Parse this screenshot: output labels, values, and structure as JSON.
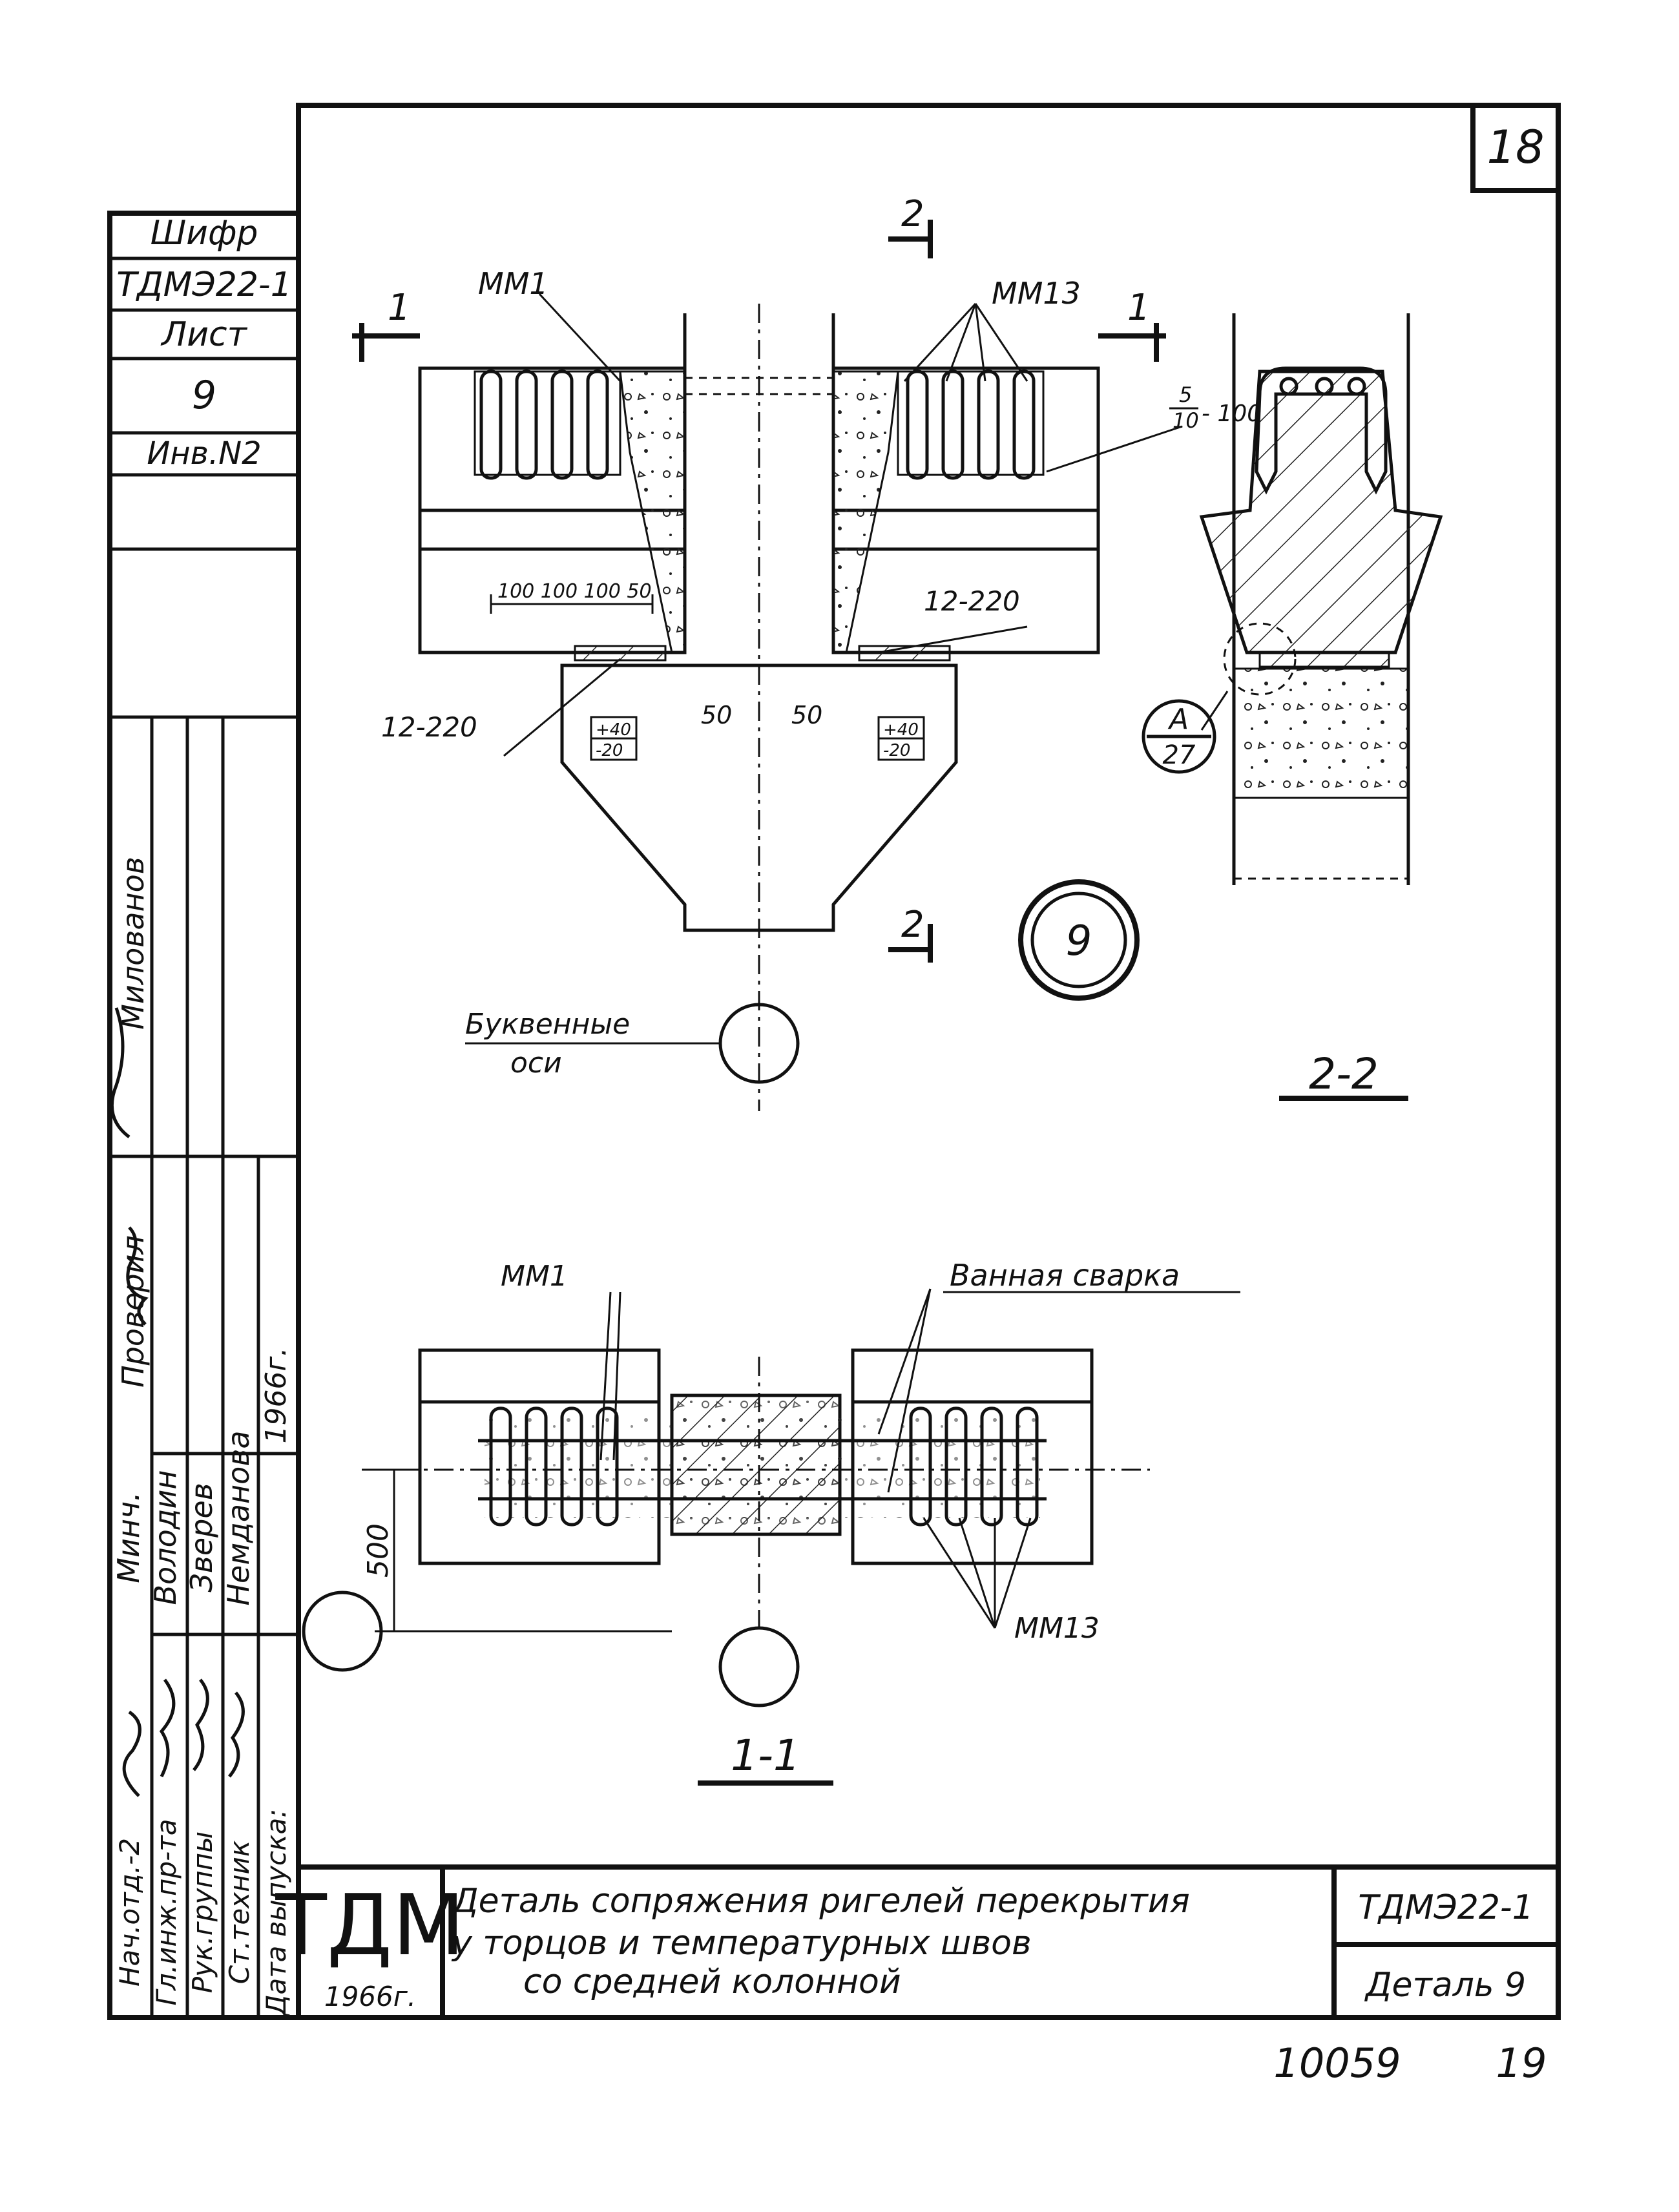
{
  "sheet": {
    "page_number": "18",
    "inventory_number": "10059",
    "sheet_index": "19"
  },
  "side_panel": {
    "shifr_label": "Шифр",
    "shifr_value": "ТДМЭ22-1",
    "list_label": "Лист",
    "list_value": "9",
    "inv_label": "Инв.N2",
    "vertical_name_1": "Милованов",
    "vertical_checked": "Проверил",
    "vertical_date": "Дата выпуска:"
  },
  "signatures": {
    "roles": [
      "Нач.отд.-2",
      "Гл.инж.пр-та",
      "Рук.группы",
      "Ст.техник"
    ],
    "names": [
      "Минч.",
      "Володин",
      "Зверев",
      "Немданова"
    ],
    "year": "1966г."
  },
  "drawing": {
    "plan_labels": {
      "mm1_top": "ММ1",
      "mm13_top": "ММ13",
      "rebar_note": "5/10 - 100",
      "rebar_num": "5",
      "rebar_den": "10",
      "rebar_step": "- 100",
      "spacing": "100 100 100 50",
      "plate_right": "12-220",
      "plate_left": "12-220",
      "tol_left_top": "+40",
      "tol_left_bottom": "-20",
      "tol_right_top": "+40",
      "tol_right_bottom": "-20",
      "dim_50_left": "50",
      "dim_50_right": "50",
      "cut_1_left": "1",
      "cut_1_right": "1",
      "cut_2_top": "2",
      "cut_2_bottom": "2",
      "axes_note_line1": "Буквенные",
      "axes_note_line2": "оси",
      "detail_number": "9"
    },
    "section_2_2": {
      "callout_top": "А",
      "callout_bottom": "27",
      "title": "2-2"
    },
    "section_1_1": {
      "mm1": "ММ1",
      "weld_note": "Ванная сварка",
      "mm13": "ММ13",
      "dim_500": "500",
      "title": "1-1"
    }
  },
  "title_block": {
    "logo": "ТДМ",
    "year": "1966г.",
    "title_line1": "Деталь сопряжения ригелей перекрытия",
    "title_line2": "у торцов и температурных швов",
    "title_line3": "со средней колонной",
    "code": "ТДМЭ22-1",
    "detail": "Деталь 9"
  }
}
